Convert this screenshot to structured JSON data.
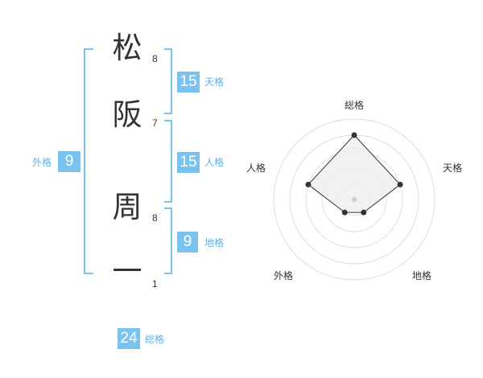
{
  "name": {
    "chars": [
      {
        "char": "松",
        "strokes": "8"
      },
      {
        "char": "阪",
        "strokes": "7"
      },
      {
        "char": "周",
        "strokes": "8"
      },
      {
        "char": "一",
        "strokes": "1"
      }
    ]
  },
  "fortune": {
    "tenkaku": {
      "value": "15",
      "label": "天格"
    },
    "jinkaku": {
      "value": "15",
      "label": "人格"
    },
    "chikaku": {
      "value": "9",
      "label": "地格"
    },
    "gaikaku": {
      "value": "9",
      "label": "外格"
    },
    "soukaku": {
      "value": "24",
      "label": "総格"
    }
  },
  "radar": {
    "axes": [
      "総格",
      "天格",
      "地格",
      "外格",
      "人格"
    ],
    "levels": 5,
    "values": [
      4,
      3,
      1,
      1,
      3
    ],
    "fill_color": "#efefef",
    "line_color": "#333333",
    "ring_color": "#dddddd"
  },
  "colors": {
    "accent": "#7ac3ef",
    "accent_text": "#5bb3e8"
  }
}
